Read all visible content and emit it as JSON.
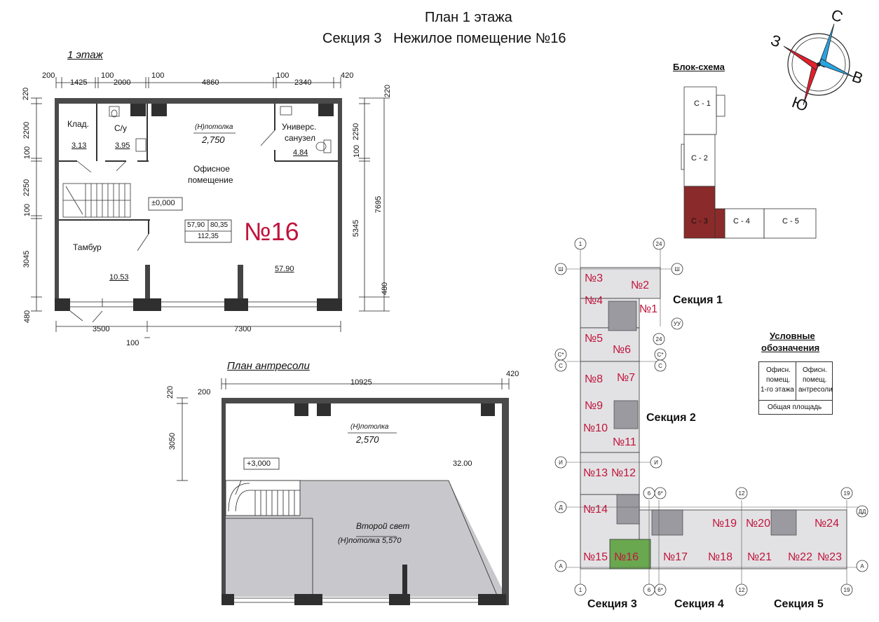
{
  "header": {
    "title_line1": "План 1 этажа",
    "title_line2": "Секция 3   Нежилое помещение №16"
  },
  "compass": {
    "n": "С",
    "w": "З",
    "e": "В",
    "s": "Ю"
  },
  "floor1": {
    "label": "1 этаж",
    "dims_top": [
      "200",
      "1425",
      "100",
      "2000",
      "100",
      "4860",
      "100",
      "2340",
      "420"
    ],
    "dims_left": [
      "220",
      "2200",
      "100",
      "2250",
      "100",
      "3045",
      "480"
    ],
    "dims_right": [
      "220",
      "2250",
      "100",
      "7695",
      "5345",
      "480"
    ],
    "dims_bottom": [
      "3500",
      "7300",
      "100"
    ],
    "rooms": {
      "klad_name": "Клад.",
      "klad_area": "3.13",
      "su_name": "С/у",
      "su_area": "3.95",
      "univ_name1": "Универс.",
      "univ_name2": "санузел",
      "univ_area": "4.84",
      "office_name1": "Офисное",
      "office_name2": "помещение",
      "office_area": "57.90",
      "tambur_name": "Тамбур",
      "tambur_area": "10.53"
    },
    "ceiling_label": "(Н)потолка",
    "ceiling_value": "2,750",
    "level": "±0,000",
    "legend_box": {
      "a": "57,90",
      "b": "80,35",
      "total": "112,35"
    },
    "unit_number": "№16"
  },
  "mezzanine": {
    "label": "План антресоли",
    "dims_top": [
      "200",
      "10925",
      "420"
    ],
    "dims_left": [
      "220",
      "3050"
    ],
    "ceiling_label": "(Н)потолка",
    "ceiling_value": "2,570",
    "level": "+3,000",
    "area": "32.00",
    "second_light": "Второй свет",
    "second_light_ceiling": "(Н)потолка 5,570"
  },
  "block_scheme": {
    "title": "Блок-схема",
    "blocks": [
      "С - 1",
      "С - 2",
      "С - 3",
      "С - 4",
      "С - 5"
    ]
  },
  "key_plan": {
    "axes": [
      "1",
      "24",
      "Ш",
      "Ш",
      "УУ",
      "24",
      "С*",
      "С*",
      "С",
      "С",
      "И",
      "И",
      "Д",
      "6",
      "6*",
      "12",
      "19",
      "ДД",
      "А",
      "А",
      "1",
      "6",
      "6*",
      "12",
      "19"
    ],
    "units": [
      "№3",
      "№2",
      "№4",
      "№1",
      "№5",
      "№6",
      "№8",
      "№7",
      "№9",
      "№10",
      "№11",
      "№13",
      "№12",
      "№14",
      "№15",
      "№16",
      "№17",
      "№18",
      "№19",
      "№20",
      "№21",
      "№22",
      "№23",
      "№24"
    ],
    "sections": {
      "s1": "Секция 1",
      "s2": "Секция 2",
      "s3": "Секция 3",
      "s4": "Секция 4",
      "s5": "Секция 5"
    }
  },
  "legend": {
    "title1": "Условные",
    "title2": "обозначения",
    "col1": [
      "Офисн.",
      "помещ.",
      "1-го этажа"
    ],
    "col2": [
      "Офисн.",
      "помещ.",
      "антресоли"
    ],
    "total": "Общая площадь"
  },
  "colors": {
    "accent": "#c0143c",
    "highlight_unit": "#6aa84f",
    "block_selected": "#8b2a2a",
    "wall": "#3a3a3a",
    "gray_fill": "#c8c8cc"
  }
}
